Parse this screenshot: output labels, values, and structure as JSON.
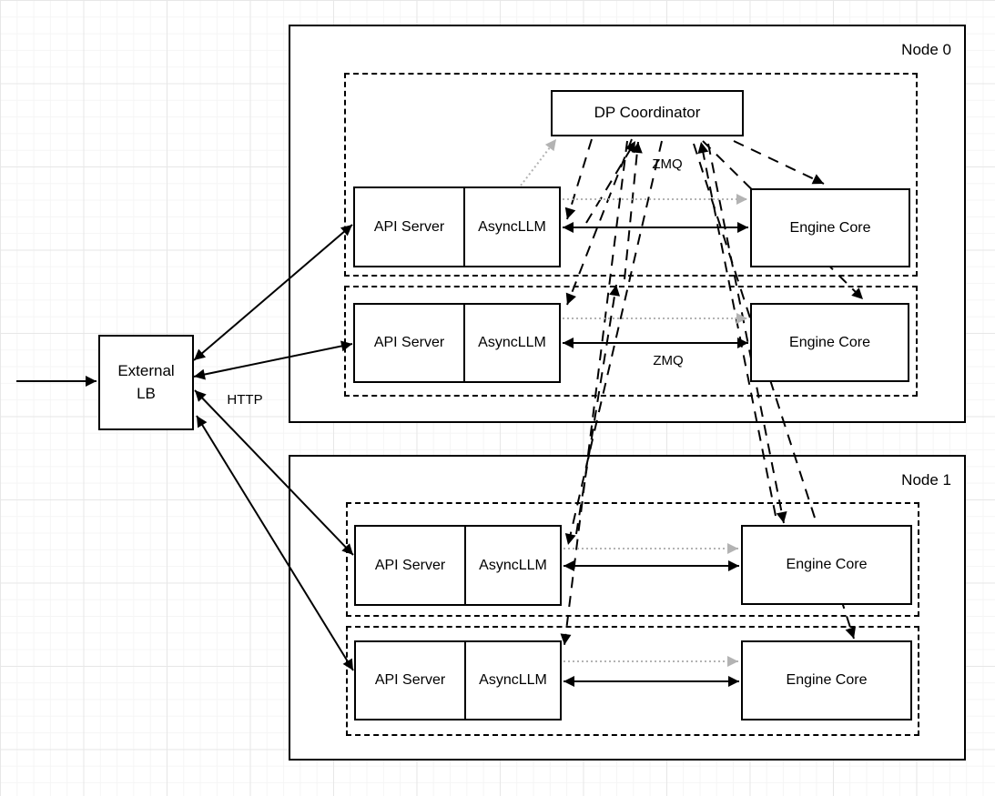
{
  "external_lb": {
    "line1": "External",
    "line2": "LB"
  },
  "dp_coordinator": {
    "label": "DP Coordinator"
  },
  "node0": {
    "label": "Node 0",
    "rows": [
      {
        "api_server": "API Server",
        "asyncllm": "AsyncLLM",
        "engine_core": "Engine Core"
      },
      {
        "api_server": "API Server",
        "asyncllm": "AsyncLLM",
        "engine_core": "Engine Core"
      }
    ]
  },
  "node1": {
    "label": "Node 1",
    "rows": [
      {
        "api_server": "API Server",
        "asyncllm": "AsyncLLM",
        "engine_core": "Engine Core"
      },
      {
        "api_server": "API Server",
        "asyncllm": "AsyncLLM",
        "engine_core": "Engine Core"
      }
    ]
  },
  "edge_labels": {
    "http": "HTTP",
    "zmq_coordinator": "ZMQ",
    "zmq_engine": "ZMQ"
  },
  "colors": {
    "stroke": "#000000",
    "gray_arrow": "#b3b3b3",
    "box_fill": "#ffffff",
    "grid_minor": "#f5f5f5",
    "grid_major": "#e7e7e7"
  }
}
